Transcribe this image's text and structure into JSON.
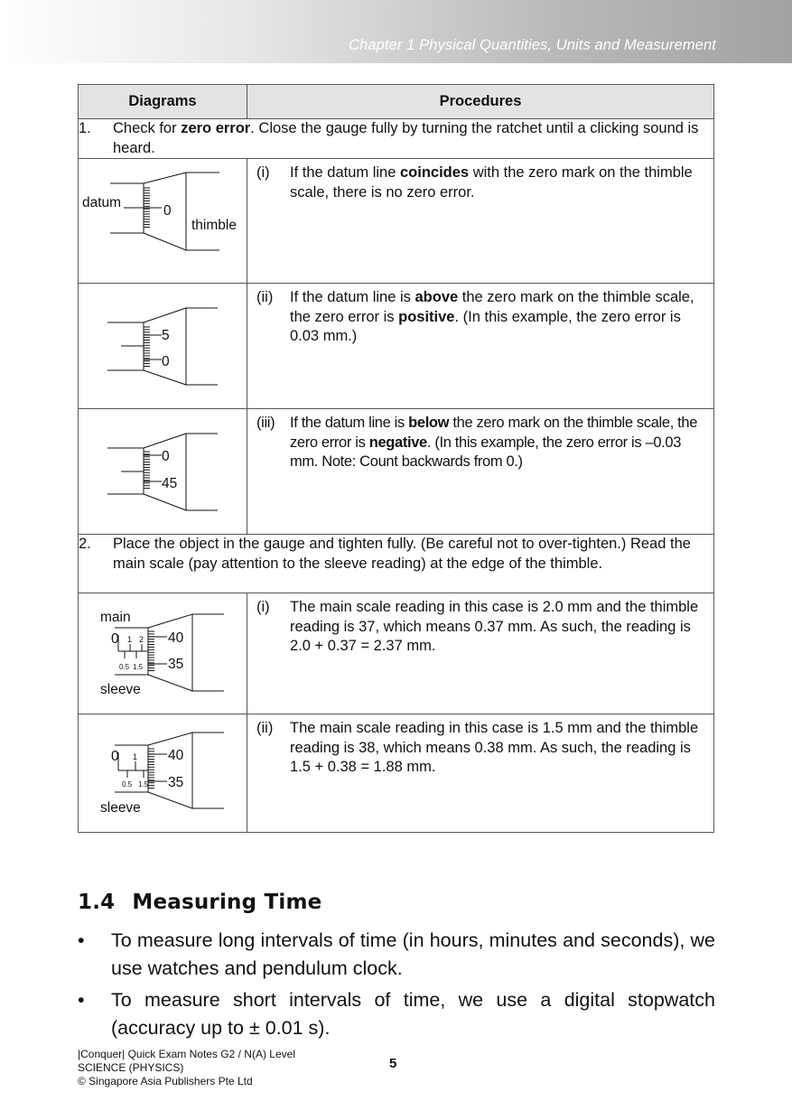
{
  "header": {
    "chapter_title": "Chapter 1  Physical Quantities, Units and Measurement"
  },
  "table": {
    "headers": {
      "diagrams": "Diagrams",
      "procedures": "Procedures"
    },
    "step1": {
      "num": "1.",
      "pre": "Check for ",
      "bold": "zero error",
      "post": ". Close the gauge fully by turning the ratchet until a clicking sound is heard."
    },
    "step1_cases": [
      {
        "num": "(i)",
        "t1": "If the datum line ",
        "b1": "coincides",
        "t2": " with the zero mark on the thimble scale, there is no zero error.",
        "diagram": {
          "datum_label": "datum",
          "thimble_label": "thimble",
          "mark": "0"
        }
      },
      {
        "num": "(ii)",
        "t1": "If the datum line is ",
        "b1": "above",
        "t2": " the zero mark on the thimble scale, the zero error is ",
        "b2": "positive",
        "t3": ". (In this example, the zero error is 0.03 mm.)",
        "diagram": {
          "mark_top": "5",
          "mark_bottom": "0"
        }
      },
      {
        "num": "(iii)",
        "t1": "If the datum line is ",
        "b1": "below",
        "t2": " the zero mark on the thimble scale, the zero error is ",
        "b2": "negative",
        "t3": ". (In this example, the zero error is –0.03 mm. Note: Count backwards from 0.)",
        "diagram": {
          "mark_top": "0",
          "mark_bottom": "45"
        }
      }
    ],
    "step2": {
      "num": "2.",
      "text": "Place the object in the gauge and tighten fully. (Be careful not to over-tighten.) Read the main scale (pay attention to the sleeve reading) at the edge of the thimble."
    },
    "step2_cases": [
      {
        "num": "(i)",
        "text": "The main scale reading in this case is 2.0 mm and the thimble reading is 37, which means 0.37 mm. As such, the reading is 2.0 + 0.37 = 2.37 mm.",
        "diagram": {
          "main_label": "main",
          "sleeve_label": "sleeve",
          "scale_zero": "0",
          "upper_ticks": [
            "1",
            "2"
          ],
          "lower_ticks": [
            "0.5",
            "1.5"
          ],
          "thimble_top": "40",
          "thimble_bottom": "35"
        }
      },
      {
        "num": "(ii)",
        "text": "The main scale reading in this case is 1.5 mm and the thimble reading is 38, which means 0.38 mm. As such, the reading is 1.5 + 0.38 = 1.88 mm.",
        "diagram": {
          "sleeve_label": "sleeve",
          "scale_zero": "0",
          "upper_ticks": [
            "1"
          ],
          "lower_ticks": [
            "0.5",
            "1.5"
          ],
          "thimble_top": "40",
          "thimble_bottom": "35"
        }
      }
    ]
  },
  "section": {
    "number": "1.4",
    "title": "Measuring Time",
    "bullet_symbol": "•",
    "bullets": [
      "To measure long intervals of time (in hours, minutes and seconds), we use watches and pendulum clock.",
      "To measure short intervals of time, we use a digital stopwatch (accuracy up to ± 0.01 s)."
    ]
  },
  "footer": {
    "line1": "|Conquer| Quick Exam Notes G2 / N(A) Level",
    "line2": "SCIENCE (PHYSICS)",
    "line3": "© Singapore Asia Publishers Pte Ltd",
    "page_number": "5"
  }
}
